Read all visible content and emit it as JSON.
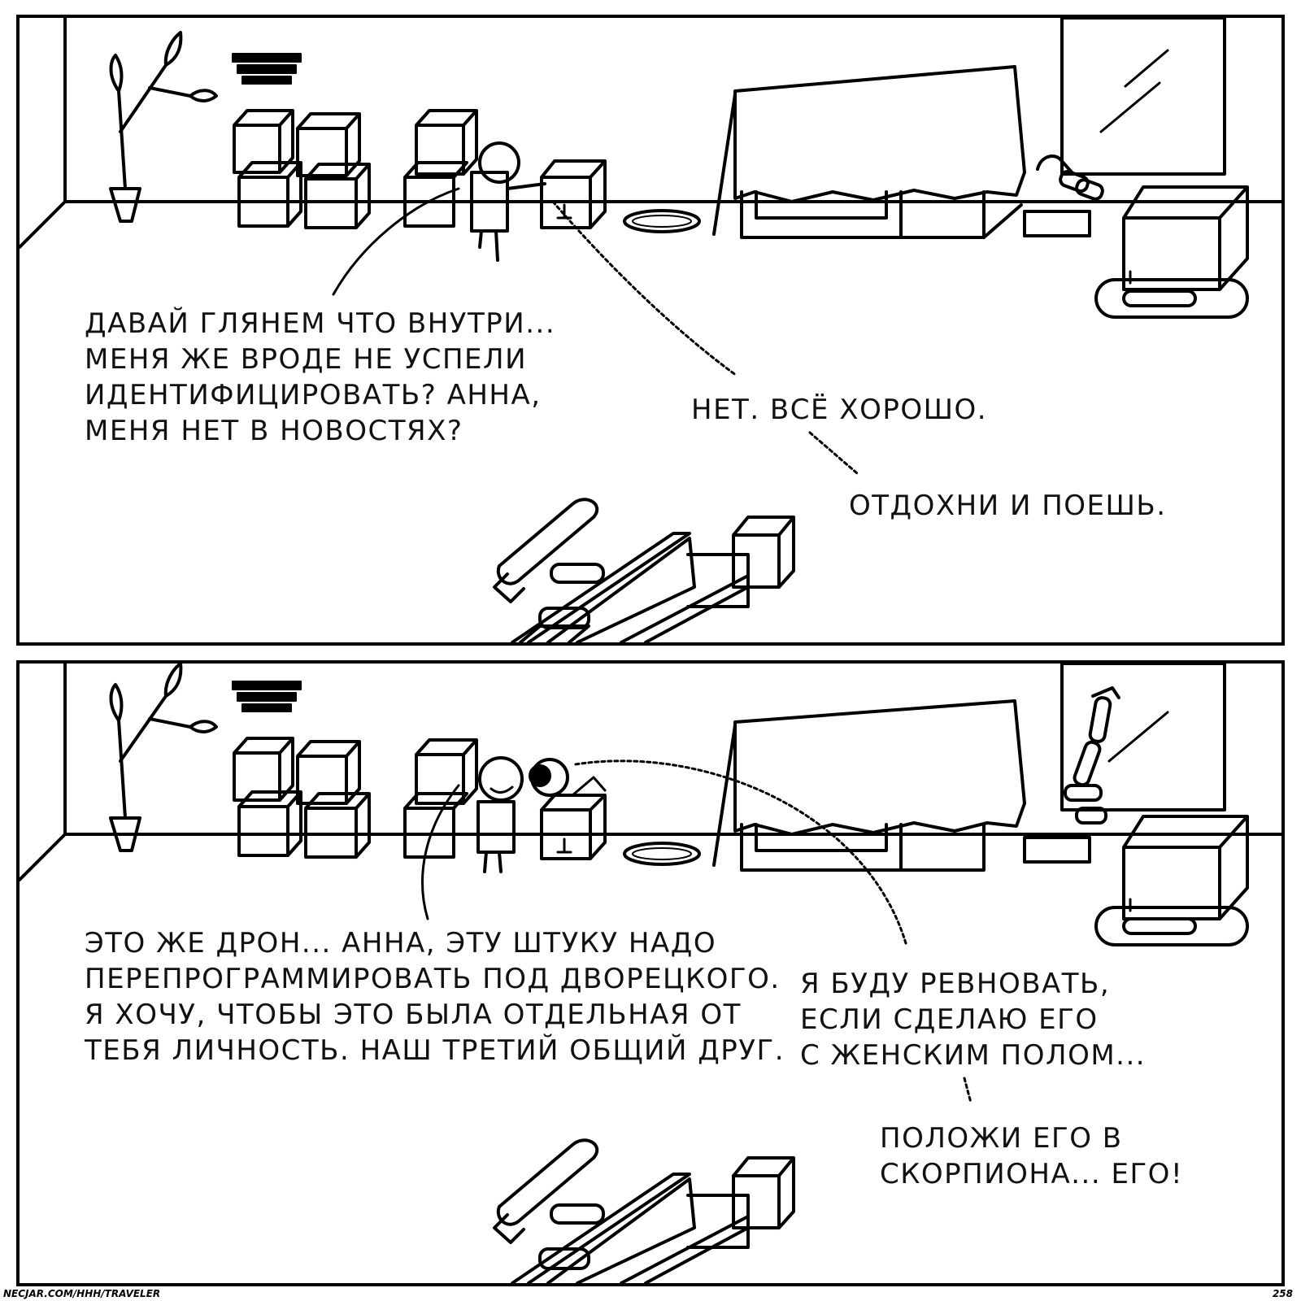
{
  "panel1": {
    "speech_left": [
      "Давай глянем что внутри...",
      "меня же вроде не успели",
      "идентифицировать? Анна,",
      "меня нет в новостях?"
    ],
    "speech_right_1": "Нет. Всё хорошо.",
    "speech_right_2": "Отдохни и поешь."
  },
  "panel2": {
    "speech_left": [
      "Это же дрон... Анна, эту штуку надо",
      "перепрограммировать под дворецкого.",
      "Я хочу, чтобы это была отдельная от",
      "тебя личность. Наш третий общий друг."
    ],
    "speech_right_1": [
      "Я буду ревновать,",
      "если сделаю его",
      "с женским полом..."
    ],
    "speech_right_2": [
      "Положи его в",
      "скорпиона... его!"
    ]
  },
  "footer": {
    "url": "NECJAR.COM/HHH/TRAVELER",
    "page": "258"
  }
}
